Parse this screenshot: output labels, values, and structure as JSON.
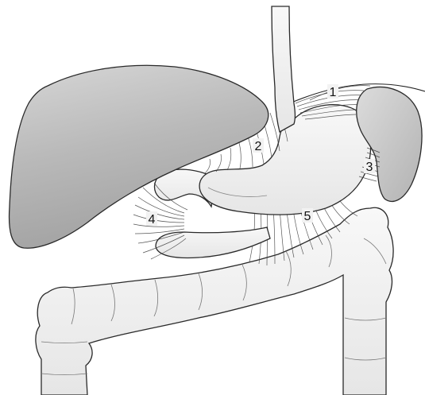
{
  "labels": [
    {
      "id": "1",
      "text": "1"
    },
    {
      "id": "2",
      "text": "2"
    },
    {
      "id": "3",
      "text": "3"
    },
    {
      "id": "4",
      "text": "4"
    },
    {
      "id": "5",
      "text": "5"
    }
  ],
  "colors": {
    "liver": "#b8b8b8",
    "organ_light": "#f3f3f3",
    "spleen": "#c9c9c9",
    "outline": "#2a2a2a",
    "background": "#ffffff"
  },
  "structures": [
    "liver-icon",
    "esophagus-icon",
    "stomach-icon",
    "spleen-icon",
    "duodenum-icon",
    "transverse-colon-icon",
    "ligament-fibers-icon"
  ]
}
